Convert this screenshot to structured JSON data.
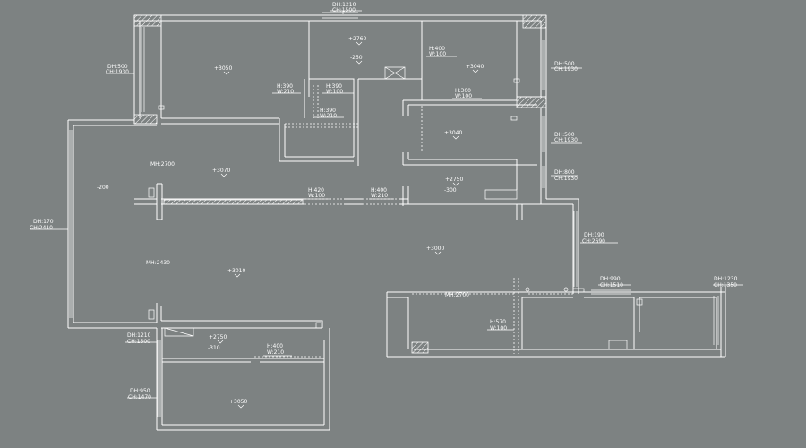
{
  "colors": {
    "background": "#7d8282",
    "lines": "#ffffff"
  },
  "annotations": [
    {
      "id": "a1",
      "lines": [
        "DH:1210",
        "CH:1500"
      ]
    },
    {
      "id": "a2",
      "lines": [
        "+2760"
      ]
    },
    {
      "id": "a3",
      "lines": [
        "-250"
      ]
    },
    {
      "id": "a4",
      "lines": [
        "H:400",
        "W:100"
      ]
    },
    {
      "id": "a5",
      "lines": [
        "+3040"
      ]
    },
    {
      "id": "a6",
      "lines": [
        "DH:500",
        "CH:1930"
      ]
    },
    {
      "id": "a7",
      "lines": [
        "DH:500",
        "CH:1930"
      ]
    },
    {
      "id": "a8",
      "lines": [
        "+3050"
      ]
    },
    {
      "id": "a9",
      "lines": [
        "H:390",
        "W:210"
      ]
    },
    {
      "id": "a10",
      "lines": [
        "H:390",
        "W:100"
      ]
    },
    {
      "id": "a11",
      "lines": [
        "H:300",
        "W:100"
      ]
    },
    {
      "id": "a12",
      "lines": [
        "H:390",
        "W:210"
      ]
    },
    {
      "id": "a13",
      "lines": [
        "+3040"
      ]
    },
    {
      "id": "a14",
      "lines": [
        "DH:500",
        "CH:1930"
      ]
    },
    {
      "id": "a15",
      "lines": [
        "MH:2700"
      ]
    },
    {
      "id": "a16",
      "lines": [
        "+3070"
      ]
    },
    {
      "id": "a17",
      "lines": [
        "DH:800",
        "CH:1930"
      ]
    },
    {
      "id": "a18",
      "lines": [
        "+2750"
      ]
    },
    {
      "id": "a19",
      "lines": [
        "-200"
      ]
    },
    {
      "id": "a20",
      "lines": [
        "H:420",
        "W:100"
      ]
    },
    {
      "id": "a21",
      "lines": [
        "H:400",
        "W:210"
      ]
    },
    {
      "id": "a22",
      "lines": [
        "-300"
      ]
    },
    {
      "id": "a23",
      "lines": [
        "DH:170",
        "CH:2410"
      ]
    },
    {
      "id": "a24",
      "lines": [
        "DH:190",
        "CH:2690"
      ]
    },
    {
      "id": "a25",
      "lines": [
        "+3000"
      ]
    },
    {
      "id": "a26",
      "lines": [
        "MH:2430"
      ]
    },
    {
      "id": "a27",
      "lines": [
        "+3010"
      ]
    },
    {
      "id": "a28",
      "lines": [
        "DH:990",
        "CH:1510"
      ]
    },
    {
      "id": "a29",
      "lines": [
        "DH:1230",
        "CH:1350"
      ]
    },
    {
      "id": "a30",
      "lines": [
        "MH:2700"
      ]
    },
    {
      "id": "a31",
      "lines": [
        "H:570",
        "W:100"
      ]
    },
    {
      "id": "a32",
      "lines": [
        "DH:1210",
        "CH:1500"
      ]
    },
    {
      "id": "a33",
      "lines": [
        "+2750"
      ]
    },
    {
      "id": "a34",
      "lines": [
        "-310"
      ]
    },
    {
      "id": "a35",
      "lines": [
        "H:400",
        "W:210"
      ]
    },
    {
      "id": "a36",
      "lines": [
        "DH:950",
        "CH:1470"
      ]
    },
    {
      "id": "a37",
      "lines": [
        "+3050"
      ]
    }
  ]
}
